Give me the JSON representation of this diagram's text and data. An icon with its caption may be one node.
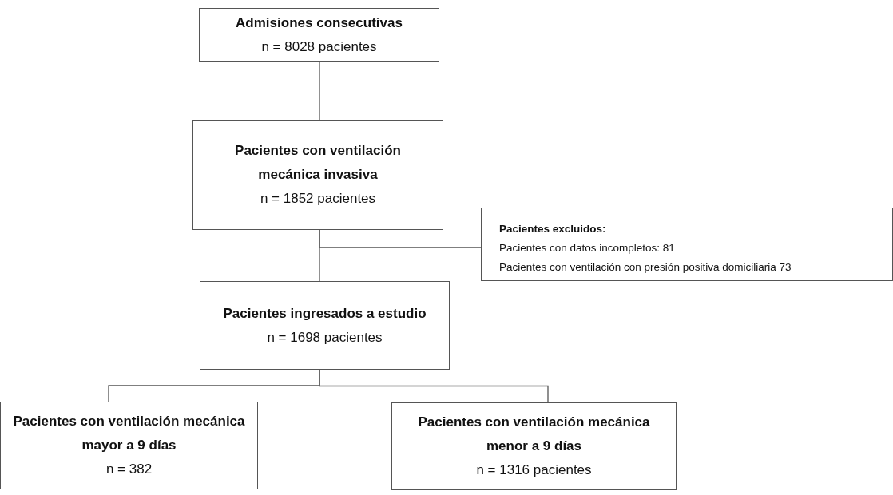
{
  "diagram": {
    "nodes": [
      {
        "text": [
          "Admisiones consecutivas",
          "n = 8028 pacientes"
        ]
      },
      {
        "text": [
          "Pacientes con ventilación mecánica invasiva",
          "n = 1852 pacientes"
        ]
      },
      {
        "text": [
          "Pacientes excluidos:",
          "Pacientes con datos incompletos: 81",
          "Pacientes con ventilación con presión positiva domiciliaria 73"
        ]
      },
      {
        "text": [
          "Pacientes ingresados a estudio",
          "n = 1698 pacientes"
        ]
      },
      {
        "text": [
          "Pacientes con ventilación mecánica mayor a 9 días",
          "n = 382"
        ]
      },
      {
        "text": [
          "Pacientes con ventilación mecánica menor a 9 días",
          "n = 1316 pacientes"
        ]
      }
    ],
    "edges": [
      {
        "from": 0,
        "to": 1,
        "arrow": "none"
      },
      {
        "from": 1,
        "to": 2,
        "arrow": "none"
      },
      {
        "from": 1,
        "to": 3,
        "arrow": "none"
      },
      {
        "from": 3,
        "to": 4,
        "arrow": "none"
      },
      {
        "from": 3,
        "to": 5,
        "arrow": "none"
      }
    ]
  }
}
